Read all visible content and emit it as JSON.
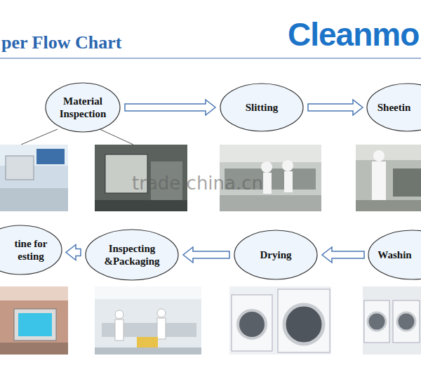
{
  "diagram": {
    "title": "per Flow Chart",
    "nodes": [
      {
        "text": [
          "Material Inspection"
        ]
      },
      {
        "text": [
          "Slitting"
        ]
      },
      {
        "text": [
          "Sheetin"
        ]
      },
      {
        "text": [
          "Washin"
        ]
      },
      {
        "text": [
          "Drying"
        ]
      },
      {
        "text": [
          "Inspecting &Packaging"
        ]
      },
      {
        "text": [
          "tine for esting"
        ]
      }
    ],
    "edges": [
      {
        "from": 0,
        "to": 1,
        "arrow": "to"
      },
      {
        "from": 1,
        "to": 2,
        "arrow": "to"
      },
      {
        "from": 3,
        "to": 4,
        "arrow": "to"
      },
      {
        "from": 4,
        "to": 5,
        "arrow": "to"
      },
      {
        "from": 5,
        "to": 6,
        "arrow": "to"
      }
    ],
    "labels": [
      "Cleanmo",
      "trade.china.cn"
    ]
  }
}
